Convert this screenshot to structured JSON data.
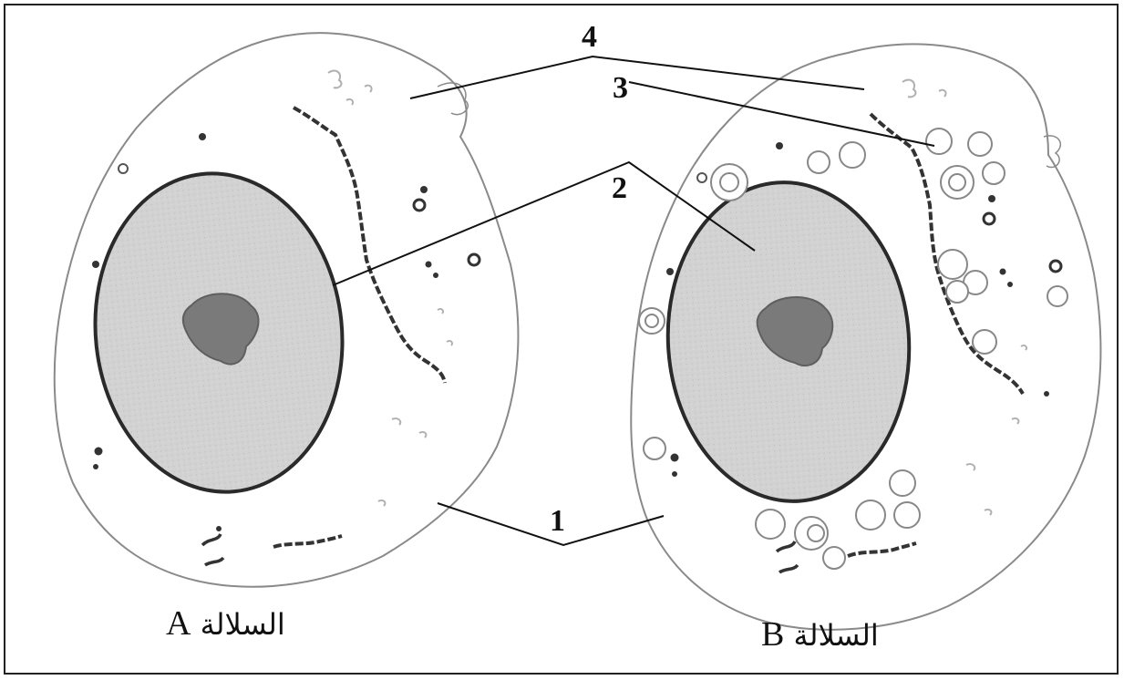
{
  "labels": {
    "one": "1",
    "two": "2",
    "three": "3",
    "four": "4"
  },
  "captions": {
    "strain_a_word": "السلالة",
    "strain_a_letter": "A",
    "strain_b_word": "السلالة",
    "strain_b_letter": "B"
  },
  "colors": {
    "nucleus_fill": "#cfcfcf",
    "nucleolus_fill": "#7a7a7a",
    "membrane_stroke": "#8a8a8a",
    "nuclear_envelope": "#2a2a2a",
    "leader_line": "#111111"
  }
}
